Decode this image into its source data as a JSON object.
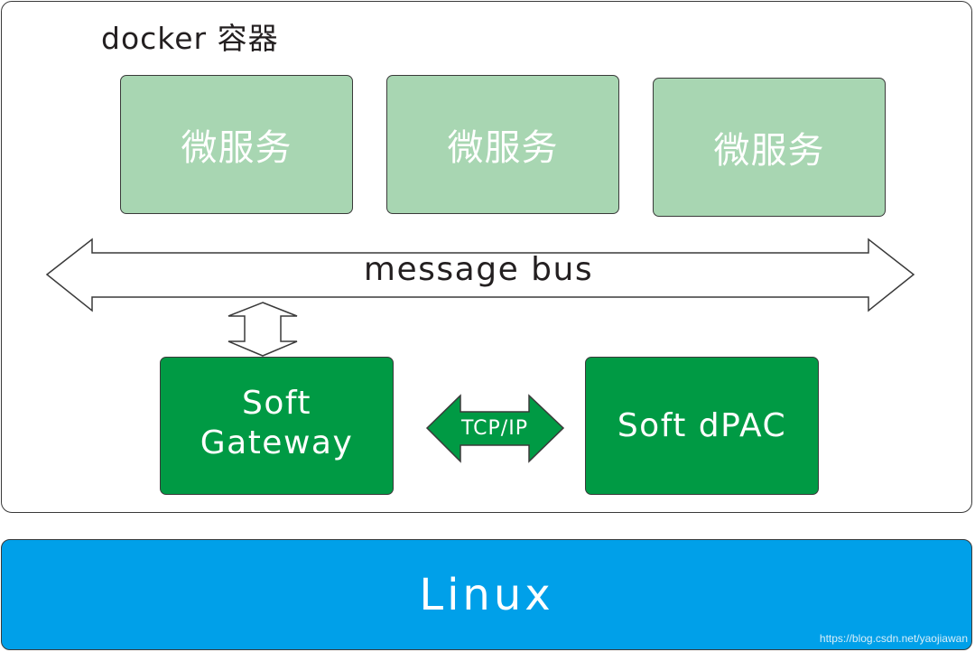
{
  "docker": {
    "label": "docker 容器",
    "microservices": [
      {
        "label": "微服务"
      },
      {
        "label": "微服务"
      },
      {
        "label": "微服务"
      }
    ],
    "message_bus": {
      "label": "message bus"
    },
    "gateway": {
      "line1": "Soft",
      "line2": "Gateway"
    },
    "tcp_link": {
      "label": "TCP/IP"
    },
    "dpac": {
      "label": "Soft dPAC"
    }
  },
  "linux": {
    "label": "Linux"
  },
  "watermark": "https://blog.csdn.net/yaojiawan",
  "colors": {
    "microservice_fill": "#a8d6b2",
    "component_fill": "#009a44",
    "linux_fill": "#00a0e9",
    "outline": "#3a3a3a"
  }
}
